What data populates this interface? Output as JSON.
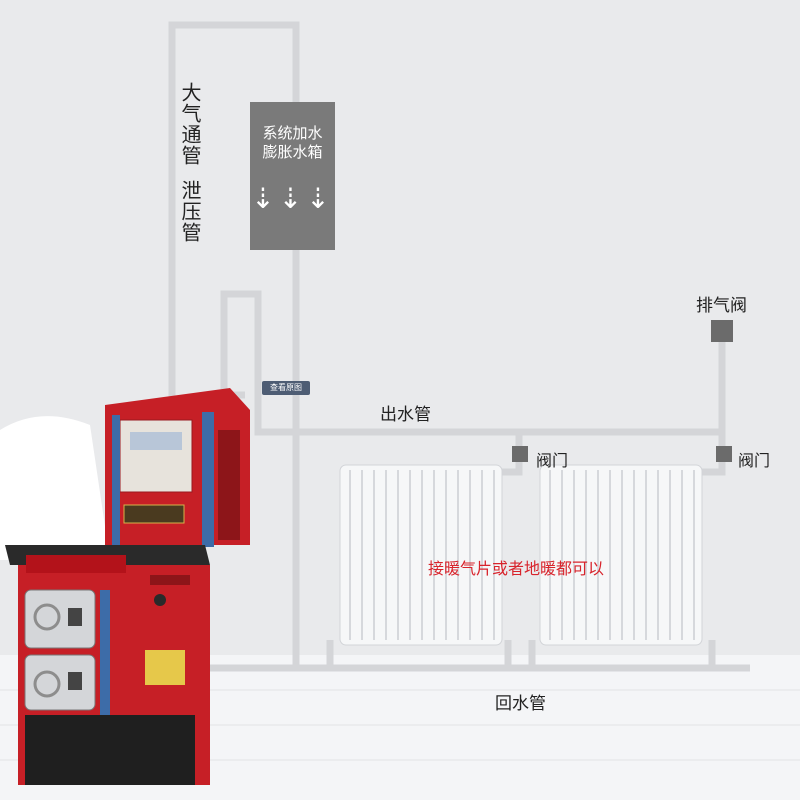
{
  "labels": {
    "atmos_pipe": "大气通管",
    "relief_pipe": "泄压管",
    "expansion_tank": "系统加水\n膨胀水箱",
    "tank_arrows": "⇣⇣⇣",
    "view_original": "查看原图",
    "outlet_pipe": "出水管",
    "air_vent": "排气阀",
    "valve_left": "阀门",
    "valve_right": "阀门",
    "heating_note": "接暖气片或者地暖都可以",
    "return_pipe": "回水管"
  },
  "colors": {
    "wall": "#e9eaec",
    "floor": "#f4f5f7",
    "pipe": "#d8d9db",
    "tank": "#7a7a7a",
    "boiler_red": "#c61f26",
    "note_red": "#d8242c"
  }
}
